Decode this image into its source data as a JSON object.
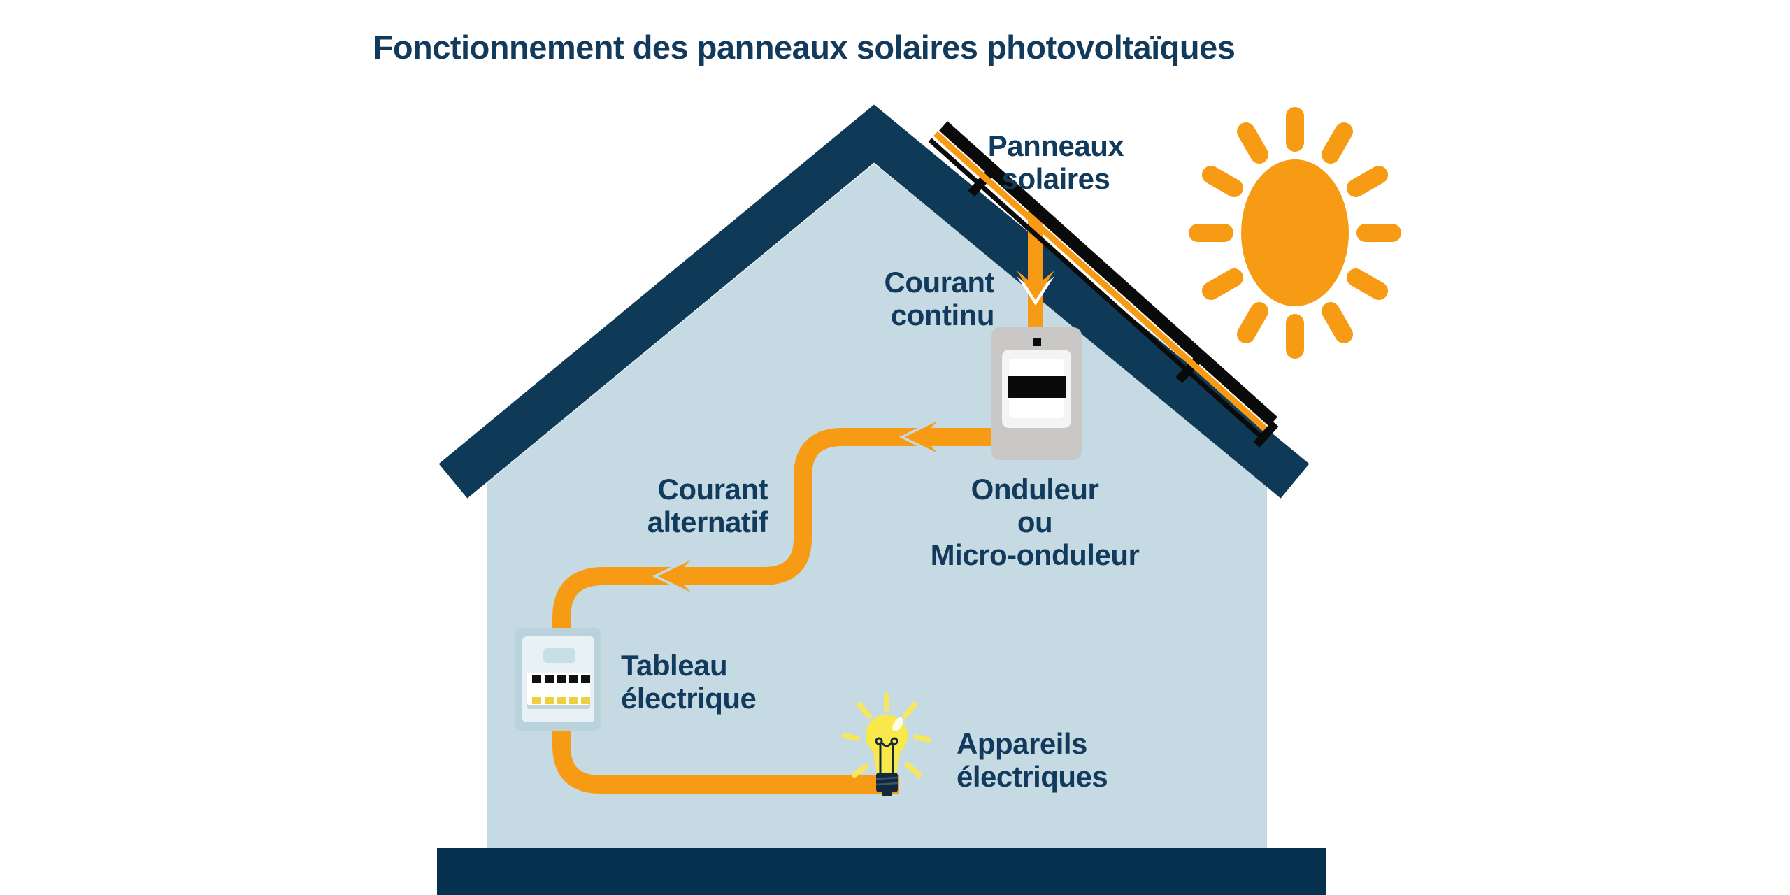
{
  "title": "Fonctionnement des panneaux solaires photovoltaïques",
  "labels": {
    "solar_panels": "Panneaux\nsolaires",
    "dc_current": "Courant\ncontinu",
    "inverter": "Onduleur\nou\nMicro-onduleur",
    "ac_current": "Courant\nalternatif",
    "electrical_panel": "Tableau\nélectrique",
    "appliances": "Appareils\nélectriques"
  },
  "icons": {
    "sun": "sun-icon",
    "house": "house-icon",
    "solar_panel": "solar-panel-icon",
    "dc_arrow": "down-arrow-icon",
    "ac_arrows": "left-arrow-icon",
    "inverter": "inverter-icon",
    "electrical_panel": "breaker-panel-icon",
    "appliances": "light-bulb-icon"
  },
  "colors": {
    "background": "#ffffff",
    "accent_orange": "#f79b15",
    "roof_navy": "#0e3a58",
    "base_navy": "#05314f",
    "text_navy": "#123a5c",
    "wall_blue": "#c5dae2",
    "bulb_yellow": "#f8e84a",
    "glow_yellow": "#f6e75f",
    "inverter_gray": "#c9c8c6",
    "panel_box_outer": "#b9d2dc",
    "panel_box_inner": "#e8f2f5",
    "breaker_yellow": "#f0cf3f"
  }
}
